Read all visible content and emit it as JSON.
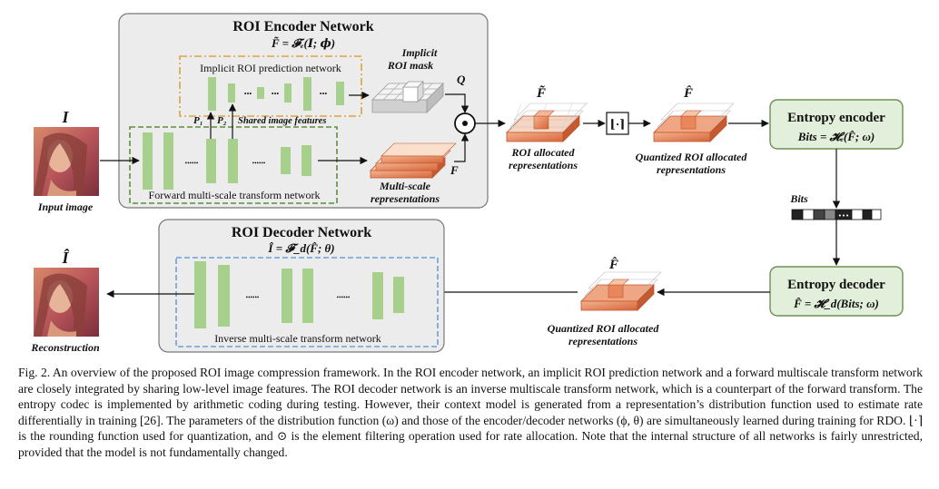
{
  "encoder": {
    "title": "ROI Encoder Network",
    "formula": "F̃ = 𝓕ₑ(𝑰; 𝝓)",
    "implicit_net_label": "Implicit ROI prediction network",
    "forward_net_label": "Forward multi-scale transform network",
    "p1": "P₁",
    "p2": "P₂",
    "shared_features": "Shared image features",
    "implicit_mask_line1": "Implicit",
    "implicit_mask_line2": "ROI mask",
    "multiscale_line1": "Multi-scale",
    "multiscale_line2": "representations",
    "q_label": "Q",
    "f_label": "F",
    "dots": "••••••"
  },
  "input": {
    "symbol": "I",
    "label": "Input image"
  },
  "roi_alloc": {
    "symbol": "F̃",
    "line1": "ROI allocated",
    "line2": "representations"
  },
  "round_op": "⌊·⌉",
  "quantized_top": {
    "symbol": "F̂",
    "line1": "Quantized ROI allocated",
    "line2": "representations"
  },
  "entropy_encoder": {
    "title": "Entropy encoder",
    "formula": "Bits = 𝓗ₑ(F̂; ω)"
  },
  "bits_label": "Bits",
  "entropy_decoder": {
    "title": "Entropy decoder",
    "formula": "F̂ = 𝓗_d(Bits; ω)"
  },
  "quantized_bottom": {
    "symbol": "F̂",
    "line1": "Quantized ROI allocated",
    "line2": "representations"
  },
  "decoder": {
    "title": "ROI Decoder Network",
    "formula": "Î = 𝓕_d(F̂; θ)",
    "inverse_net_label": "Inverse multi-scale transform network",
    "dots": "••••••"
  },
  "output": {
    "symbol": "Î",
    "label": "Reconstruction"
  },
  "caption": "Fig. 2.   An overview of the proposed ROI image compression framework. In the ROI encoder network, an implicit ROI prediction network and a forward multiscale transform network are closely integrated by sharing low-level image features. The ROI decoder network is an inverse multiscale transform network, which is a counterpart of the forward transform. The entropy codec is implemented by arithmetic coding during testing. However, their context model is generated from a representation’s distribution function used to estimate rate differentially in training [26]. The parameters of the distribution function (ω) and those of the encoder/decoder networks (ϕ, θ) are simultaneously learned during training for RDO. ⌊·⌉ is the rounding function used for quantization, and ⊙ is the element filtering operation used for rate allocation. Note that the internal structure of all networks is fairly unrestricted, provided that the model is not fundamentally changed.",
  "colors": {
    "block_green": "#a8d08d",
    "box_gray": "#ececec",
    "entropy_box": "#e2efda",
    "orange": "#e07a4e",
    "dash_orange": "#d9a441",
    "dash_green": "#5c8f3a",
    "dash_blue": "#6fa0d4"
  }
}
